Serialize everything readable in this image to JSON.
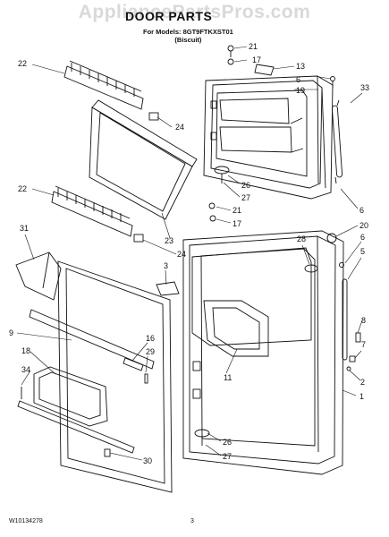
{
  "watermark": "AppliancePartsPros.com",
  "title": "DOOR PARTS",
  "models_line1": "For Models: 8GT9FTKXST01",
  "models_line2": "(Biscuit)",
  "doc_number": "W10134278",
  "page_number": "3",
  "callouts": [
    "21",
    "17",
    "13",
    "6",
    "19",
    "33",
    "22",
    "24",
    "26",
    "27",
    "6",
    "22",
    "21",
    "17",
    "20",
    "31",
    "23",
    "24",
    "28",
    "6",
    "5",
    "3",
    "9",
    "16",
    "29",
    "18",
    "34",
    "11",
    "8",
    "7",
    "2",
    "1",
    "26",
    "27",
    "30"
  ]
}
